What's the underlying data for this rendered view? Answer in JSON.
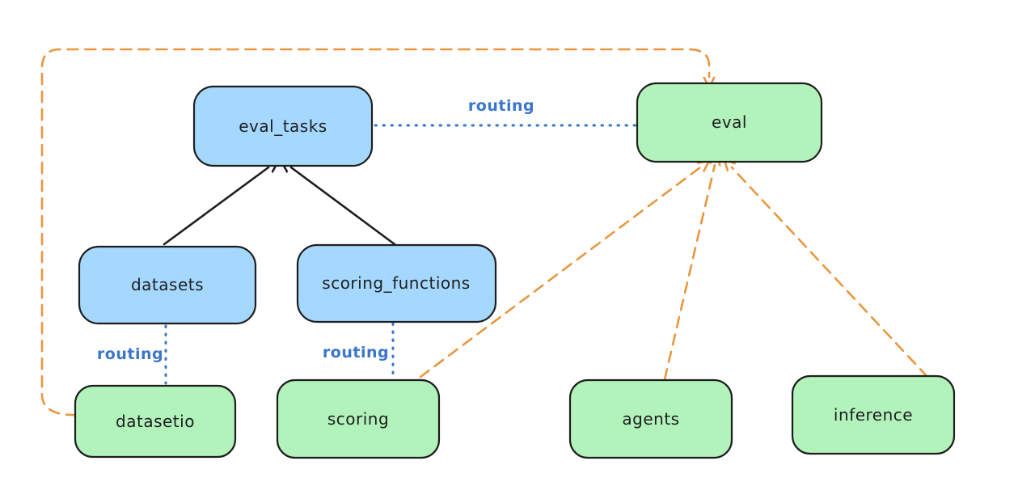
{
  "diagram": {
    "nodes": {
      "eval_tasks": {
        "label": "eval_tasks",
        "fill": "blue"
      },
      "eval": {
        "label": "eval",
        "fill": "green"
      },
      "datasets": {
        "label": "datasets",
        "fill": "blue"
      },
      "scoring_functions": {
        "label": "scoring_functions",
        "fill": "blue"
      },
      "datasetio": {
        "label": "datasetio",
        "fill": "green"
      },
      "scoring": {
        "label": "scoring",
        "fill": "green"
      },
      "agents": {
        "label": "agents",
        "fill": "green"
      },
      "inference": {
        "label": "inference",
        "fill": "green"
      }
    },
    "labels": {
      "routing_eval": "routing",
      "routing_datasetio": "routing",
      "routing_scoring": "routing"
    },
    "edges": [
      {
        "from": "datasets",
        "to": "eval_tasks",
        "style": "solid",
        "color": "ink",
        "arrow": true,
        "label": ""
      },
      {
        "from": "scoring_functions",
        "to": "eval_tasks",
        "style": "solid",
        "color": "ink",
        "arrow": true,
        "label": ""
      },
      {
        "from": "eval_tasks",
        "to": "eval",
        "style": "dotted",
        "color": "blue",
        "arrow": false,
        "label": "routing"
      },
      {
        "from": "datasets",
        "to": "datasetio",
        "style": "dotted",
        "color": "blue",
        "arrow": false,
        "label": "routing"
      },
      {
        "from": "scoring_functions",
        "to": "scoring",
        "style": "dotted",
        "color": "blue",
        "arrow": false,
        "label": "routing"
      },
      {
        "from": "datasetio",
        "to": "eval",
        "style": "dashed",
        "color": "orange",
        "arrow": true,
        "label": ""
      },
      {
        "from": "scoring",
        "to": "eval",
        "style": "dashed",
        "color": "orange",
        "arrow": true,
        "label": ""
      },
      {
        "from": "agents",
        "to": "eval",
        "style": "dashed",
        "color": "orange",
        "arrow": true,
        "label": ""
      },
      {
        "from": "inference",
        "to": "eval",
        "style": "dashed",
        "color": "orange",
        "arrow": true,
        "label": ""
      }
    ]
  },
  "colors": {
    "background": "#ffffff",
    "ink": "#1e1e1e",
    "node_blue_fill": "#a5d8ff",
    "node_green_fill": "#b2f2bb",
    "routing_blue": "#3b76cc",
    "arrow_orange": "#e9973f"
  }
}
